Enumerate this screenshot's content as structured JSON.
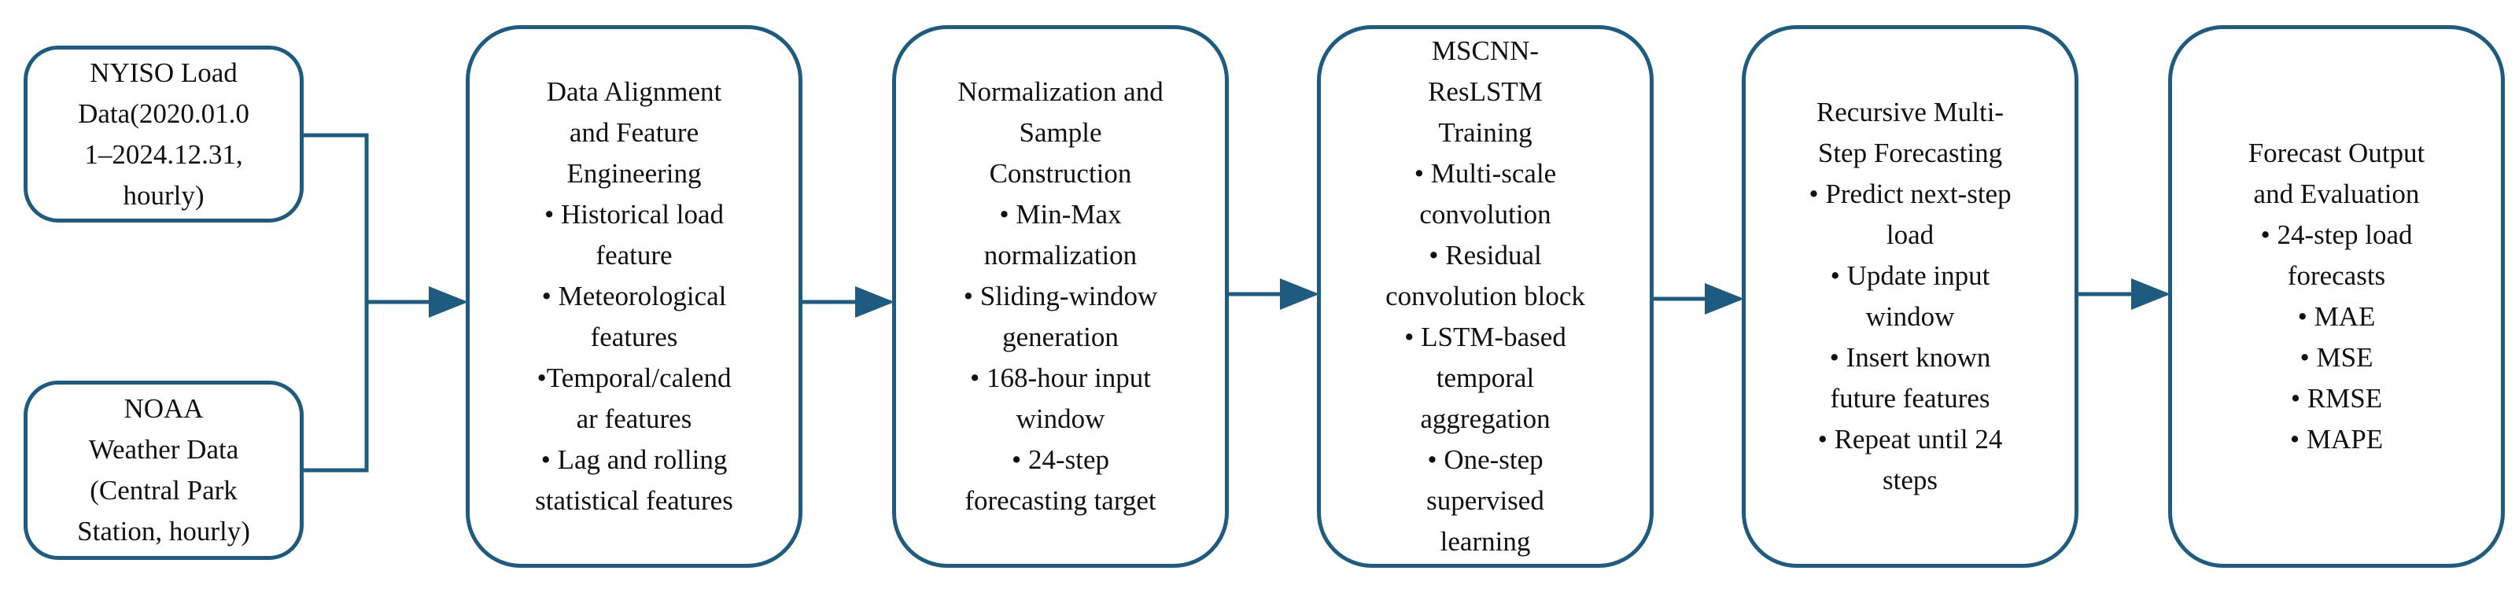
{
  "inputs": [
    {
      "id": "nyiso",
      "text": "NYISO Load\nData(2020.01.0\n1–2024.12.31,\nhourly)"
    },
    {
      "id": "noaa",
      "text": "NOAA\nWeather Data\n(Central Park\nStation, hourly)"
    }
  ],
  "stages": [
    {
      "id": "alignment",
      "text": "Data Alignment\nand Feature\nEngineering\n• Historical load\nfeature\n• Meteorological\nfeatures\n•Temporal/calend\nar features\n• Lag and rolling\nstatistical features"
    },
    {
      "id": "normalization",
      "text": "Normalization and\nSample\nConstruction\n• Min-Max\nnormalization\n• Sliding-window\ngeneration\n• 168-hour input\nwindow\n• 24-step\nforecasting target"
    },
    {
      "id": "training",
      "text": "MSCNN-\nResLSTM\nTraining\n• Multi-scale\nconvolution\n• Residual\nconvolution block\n• LSTM-based\ntemporal\naggregation\n• One-step\nsupervised\nlearning"
    },
    {
      "id": "recursive",
      "text": "Recursive Multi-\nStep Forecasting\n• Predict next-step\nload\n• Update input\nwindow\n• Insert known\nfuture features\n• Repeat until 24\nsteps"
    },
    {
      "id": "output",
      "text": "Forecast Output\nand Evaluation\n• 24-step load\nforecasts\n• MAE\n• MSE\n• RMSE\n• MAPE"
    }
  ],
  "colors": {
    "stroke": "#1d5c80"
  }
}
